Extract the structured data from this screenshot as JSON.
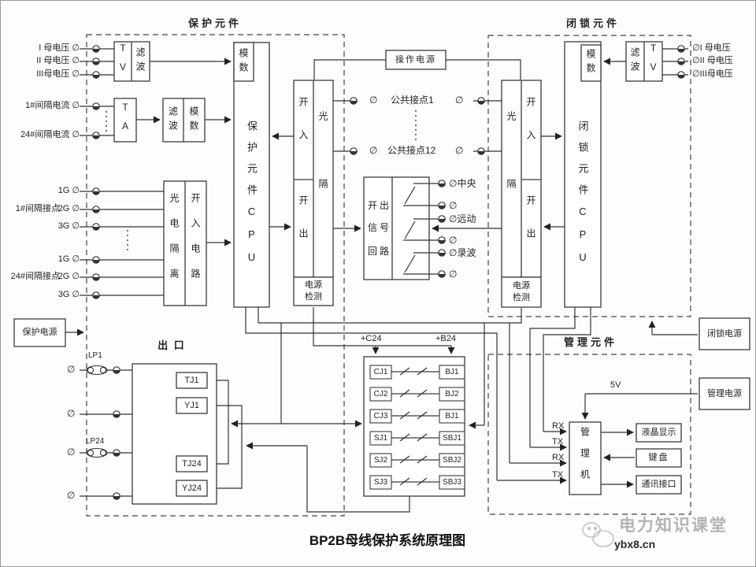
{
  "titles": {
    "protection": "保护元件",
    "blocking": "闭锁元件",
    "management": "管理元件",
    "outlet": "出 口",
    "diagram": "BP2B母线保护系统原理图"
  },
  "watermark": {
    "line1": "电力知识课堂",
    "line2": "ybx8.cn"
  },
  "symbols": {
    "phi": "∅"
  },
  "left_inputs": {
    "bus1": "I 母电压 ∅",
    "bus2": "II 母电压 ∅",
    "bus3": "III母电压 ∅",
    "cur1": "1#间隔电流 ∅",
    "cur24": "24#间隔电流 ∅",
    "grp1": "1#间隔接点",
    "grp24": "24#间隔接点",
    "g1": "1G ∅",
    "g2": "2G ∅",
    "g3": "3G ∅",
    "g4": "1G ∅",
    "g5": "2G ∅",
    "g6": "3G ∅"
  },
  "right_inputs": {
    "bus1": "∅I  母电压",
    "bus2": "∅II 母电压",
    "bus3": "∅III母电压"
  },
  "blocks": {
    "tv_l": "TV",
    "filter_l": "滤波",
    "adc_l": "模数",
    "ta": "TA",
    "filter_ta": "滤波",
    "adc_ta": "模数",
    "opto": "光电隔离",
    "input_circuit": "开入电路",
    "protection_cpu": "保护元件CPU",
    "kairu_l": "开入",
    "kaichu_l": "开出",
    "guangge_l": "光隔",
    "power_detect_l": "电源检测",
    "op_power": "操作电源",
    "protection_power": "保护电源",
    "out_sig1": "开出",
    "out_sig2": "信号",
    "out_sig3": "回路",
    "blocking_cpu": "闭锁元件CPU",
    "adc_r": "模数",
    "filter_r": "滤波",
    "tv_r": "TV",
    "kairu_r": "开入",
    "kaichu_r": "开出",
    "guangge_r": "光隔",
    "power_detect_r": "电源检测",
    "block_power": "闭锁电源",
    "mgmt_power": "管理电源",
    "mgmt_machine": "管理机",
    "lcd": "液晶显示",
    "keyboard": "键盘",
    "comm": "通讯接口"
  },
  "wire_labels": {
    "common1": "公共接点1",
    "common12": "公共接点12",
    "central": "∅中央",
    "remote": "∅远动",
    "record": "∅录波",
    "c24": "+C24",
    "b24": "+B24",
    "v5": "5V",
    "rx1": "RX",
    "tx1": "TX",
    "rx2": "RX",
    "tx2": "TX",
    "lp1": "LP1",
    "lp24": "LP24"
  },
  "relays": {
    "left": [
      "CJ1",
      "CJ2",
      "CJ3",
      "SJ1",
      "SJ2",
      "SJ3"
    ],
    "right": [
      "BJ1",
      "BJ2",
      "BJ1",
      "SBJ1",
      "SBJ2",
      "SBJ3"
    ],
    "outlet": [
      "TJ1",
      "YJ1",
      "TJ24",
      "YJ24"
    ]
  }
}
